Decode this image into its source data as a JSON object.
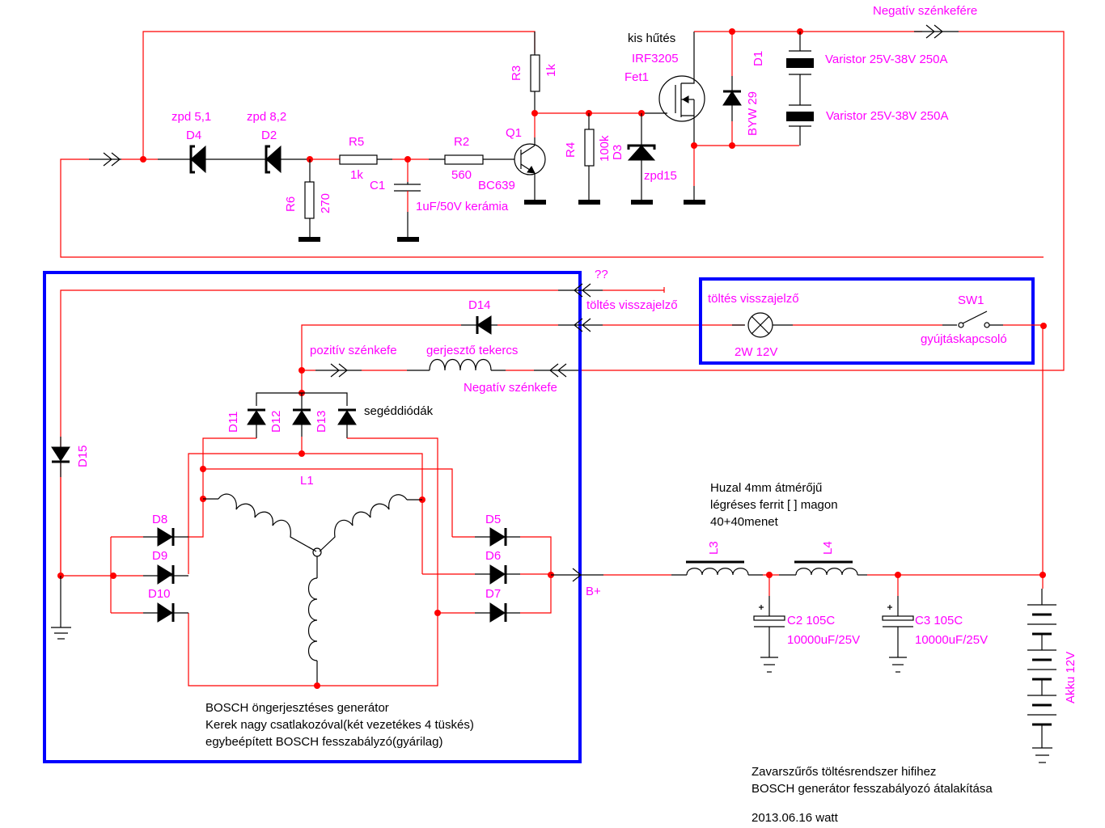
{
  "colors": {
    "wire": "#ff0000",
    "label": "#ff00ff",
    "frame": "#0000ff",
    "symbol": "#000000"
  },
  "regulator": {
    "d4": {
      "name": "D4",
      "value": "zpd 5,1"
    },
    "d2": {
      "name": "D2",
      "value": "zpd 8,2"
    },
    "r5": {
      "name": "R5",
      "value": "1k"
    },
    "r6": {
      "name": "R6",
      "value": "270"
    },
    "c1": {
      "name": "C1",
      "value": "1uF/50V kerámia"
    },
    "r2": {
      "name": "R2",
      "value": "560"
    },
    "q1": {
      "name": "Q1",
      "value": "BC639"
    },
    "r3": {
      "name": "R3",
      "value": "1k"
    },
    "r4": {
      "name": "R4",
      "value": "100k"
    },
    "d3": {
      "name": "D3",
      "value": "zpd15"
    },
    "fet1": {
      "name": "Fet1",
      "value": "IRF3205",
      "note": "kis hűtés"
    },
    "d1": {
      "name": "D1",
      "value": "BYW 29"
    },
    "varistor1": "Varistor 25V-38V 250A",
    "varistor2": "Varistor 25V-38V 250A",
    "neg_brush_out": "Negatív szénkefére"
  },
  "generator": {
    "unknown": "??",
    "charge_indicator_in": "töltés visszajelző",
    "d14": "D14",
    "pos_brush": "pozitív szénkefe",
    "field_coil": "gerjesztő tekercs",
    "neg_brush": "Negatív szénkefe",
    "aux_diodes": "segéddiódák",
    "d11": "D11",
    "d12": "D12",
    "d13": "D13",
    "d15": "D15",
    "l1": "L1",
    "d8": "D8",
    "d9": "D9",
    "d10": "D10",
    "d5": "D5",
    "d6": "D6",
    "d7": "D7",
    "bplus": "B+",
    "description": [
      "BOSCH öngerjesztéses generátor",
      "Kerek nagy csatlakozóval(két vezetékes 4 tüskés)",
      "egybeépített BOSCH fesszabályzó(gyárilag)"
    ]
  },
  "dashboard": {
    "lamp_title": "töltés visszajelző",
    "lamp_value": "2W 12V",
    "switch_name": "SW1",
    "switch_label": "gyújtáskapcsoló"
  },
  "filter": {
    "note": [
      "Huzal 4mm átmérőjű",
      "légréses ferrit [ ] magon",
      "40+40menet"
    ],
    "l3": "L3",
    "l4": "L4",
    "c2": {
      "name": "C2 105C",
      "value": "10000uF/25V"
    },
    "c3": {
      "name": "C3  105C",
      "value": "10000uF/25V"
    },
    "battery": "Akku 12V"
  },
  "title_block": {
    "lines": [
      "Zavarszűrős töltésrendszer hifihez",
      "BOSCH generátor fesszabályozó átalakítása"
    ],
    "date_author": "2013.06.16 watt"
  }
}
